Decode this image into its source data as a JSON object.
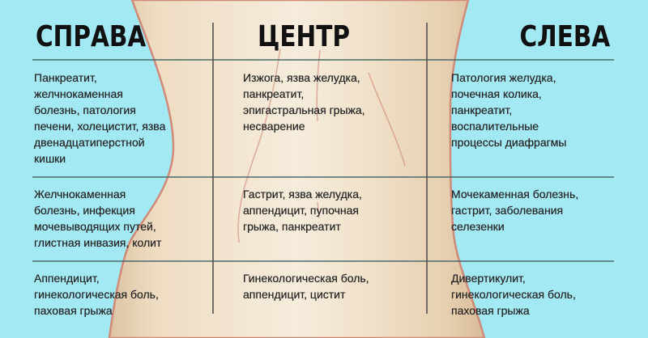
{
  "colors": {
    "background": "#a3e9f3",
    "skin": "#f1e2cb",
    "skin_shadow": "#dcc3a2",
    "body_outline": "#d08a78",
    "text": "#262626",
    "heading": "#111111",
    "grid_line": "#4a6a6a"
  },
  "columns": [
    {
      "key": "right",
      "heading": "СПРАВА",
      "rows": [
        "Панкреатит,\nжелчнокаменная\nболезнь, патология\nпечени, холецистит, язва\nдвенадцатиперстной\nкишки",
        "Желчнокаменная\nболезнь, инфекция\nмочевыводящих путей,\nглистная инвазия, колит",
        "Аппендицит,\nгинекологическая боль,\nпаховая грыжа"
      ]
    },
    {
      "key": "center",
      "heading": "ЦЕНТР",
      "rows": [
        "Изжога, язва желудка,\nпанкреатит,\nэпигастральная грыжа,\nнесварение",
        "Гастрит, язва желудка,\nаппендицит, пупочная\nгрыжа, панкреатит",
        "Гинекологическая боль,\nаппендицит, цистит"
      ]
    },
    {
      "key": "left",
      "heading": "СЛЕВА",
      "rows": [
        "Патология желудка,\nпочечная колика,\nпанкреатит,\nвоспалительные\nпроцессы диафрагмы",
        "Мочекаменная болезнь,\nгастрит, заболевания\nселезенки",
        "Дивертикулит,\nгинекологическая боль,\nпаховая грыжа"
      ]
    }
  ]
}
